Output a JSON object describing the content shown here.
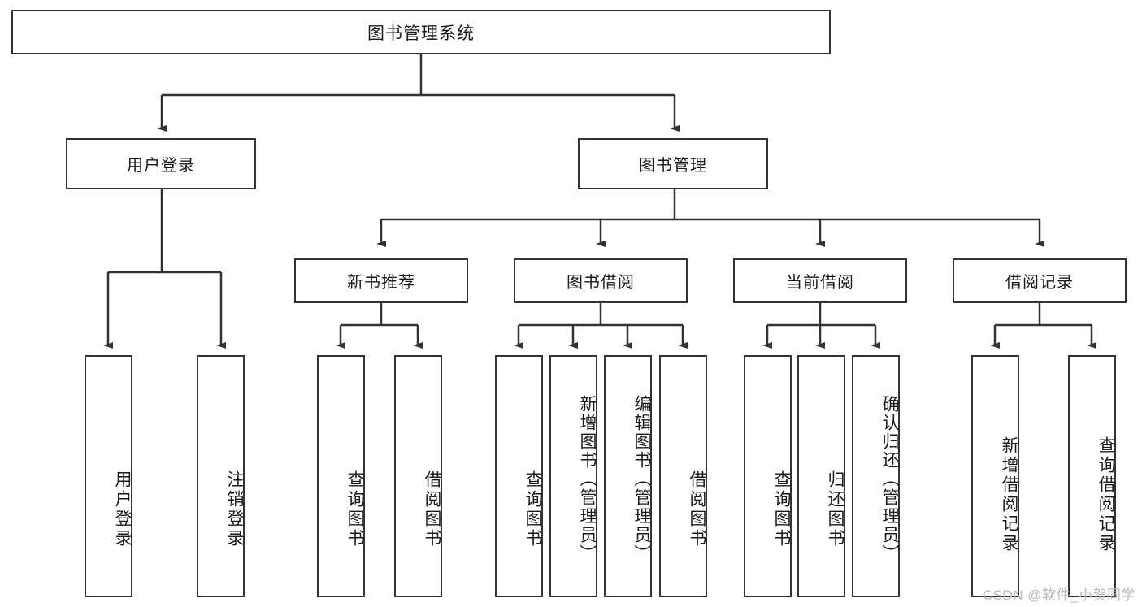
{
  "diagram": {
    "title_node": {
      "label": "图书管理系统"
    },
    "level2": [
      {
        "id": "user-login",
        "label": "用户登录"
      },
      {
        "id": "book-management",
        "label": "图书管理"
      }
    ],
    "level3": [
      {
        "id": "new-book-recommend",
        "label": "新书推荐"
      },
      {
        "id": "book-borrow",
        "label": "图书借阅"
      },
      {
        "id": "current-borrow",
        "label": "当前借阅"
      },
      {
        "id": "borrow-record",
        "label": "借阅记录"
      }
    ],
    "leaves": [
      {
        "id": "leaf-user-login",
        "label": "用户登录"
      },
      {
        "id": "leaf-logout",
        "label": "注销登录"
      },
      {
        "id": "leaf-query-book-1",
        "label": "查询图书"
      },
      {
        "id": "leaf-borrow-book-1",
        "label": "借阅图书"
      },
      {
        "id": "leaf-query-book-2",
        "label": "查询图书"
      },
      {
        "id": "leaf-add-book",
        "label": "新增图书（管理员）"
      },
      {
        "id": "leaf-edit-book",
        "label": "编辑图书（管理员）"
      },
      {
        "id": "leaf-borrow-book-2",
        "label": "借阅图书"
      },
      {
        "id": "leaf-query-book-3",
        "label": "查询图书"
      },
      {
        "id": "leaf-return-book",
        "label": "归还图书"
      },
      {
        "id": "leaf-confirm-return",
        "label": "确认归还（管理员）"
      },
      {
        "id": "leaf-add-record",
        "label": "新增借阅记录"
      },
      {
        "id": "leaf-query-record",
        "label": "查询借阅记录"
      }
    ]
  },
  "watermark": {
    "text": "CSDN @软件_小贺同学"
  },
  "colors": {
    "border": "#333333",
    "background": "#ffffff",
    "text": "#1a1a1a",
    "watermark": "#b9b9b9"
  }
}
